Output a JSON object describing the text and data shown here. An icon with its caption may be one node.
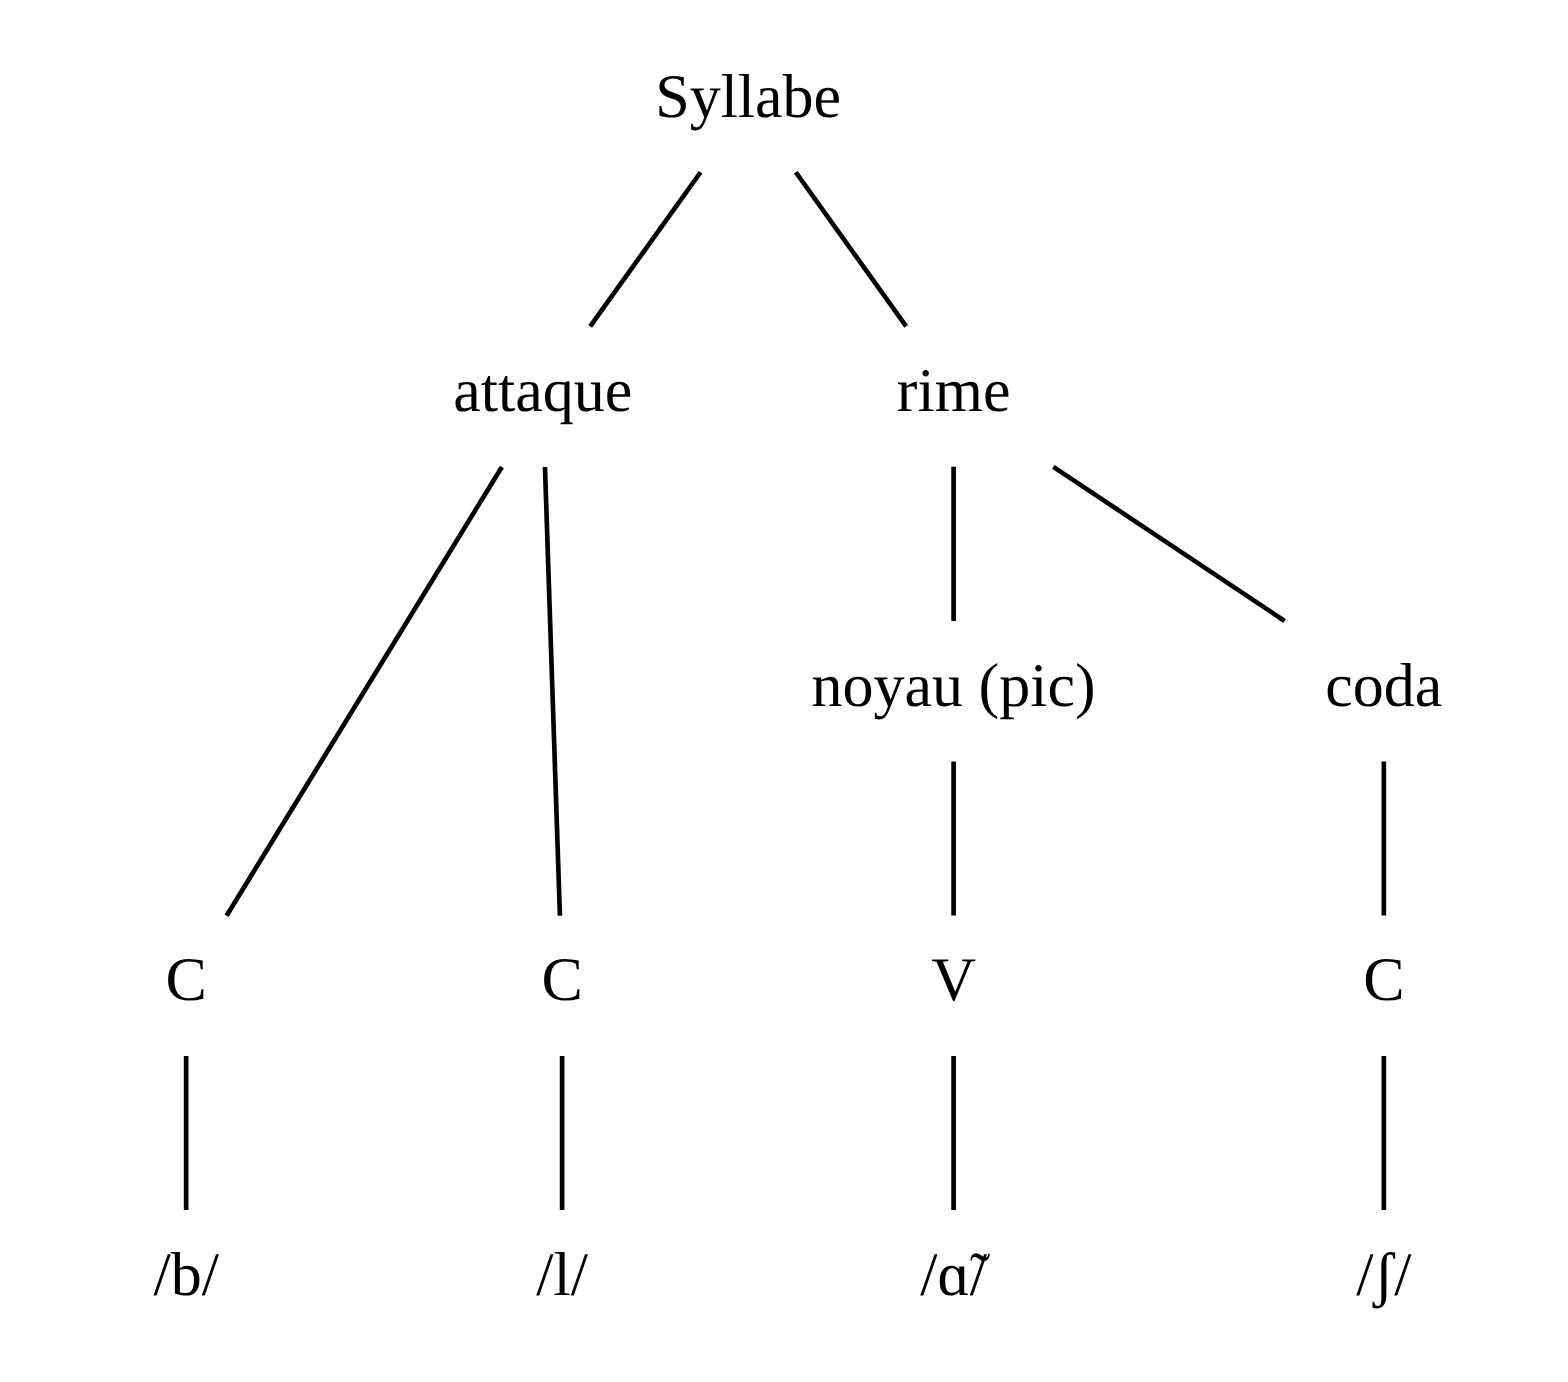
{
  "diagram": {
    "nodes": [
      {
        "text": [
          "Syllabe"
        ]
      },
      {
        "text": [
          "attaque"
        ]
      },
      {
        "text": [
          "rime"
        ]
      },
      {
        "text": [
          "noyau (pic)"
        ]
      },
      {
        "text": [
          "coda"
        ]
      },
      {
        "text": [
          "C"
        ]
      },
      {
        "text": [
          "C"
        ]
      },
      {
        "text": [
          "V"
        ]
      },
      {
        "text": [
          "C"
        ]
      },
      {
        "text": [
          "/b/"
        ]
      },
      {
        "text": [
          "/l/"
        ]
      },
      {
        "text": [
          "/ɑ̃/"
        ]
      },
      {
        "text": [
          "/ʃ/"
        ]
      }
    ],
    "edges": [
      {
        "from": 0,
        "to": 1,
        "arrow": "none"
      },
      {
        "from": 0,
        "to": 2,
        "arrow": "none"
      },
      {
        "from": 1,
        "to": 5,
        "arrow": "none"
      },
      {
        "from": 1,
        "to": 6,
        "arrow": "none"
      },
      {
        "from": 2,
        "to": 3,
        "arrow": "none"
      },
      {
        "from": 2,
        "to": 4,
        "arrow": "none"
      },
      {
        "from": 3,
        "to": 7,
        "arrow": "none"
      },
      {
        "from": 4,
        "to": 8,
        "arrow": "none"
      },
      {
        "from": 5,
        "to": 9,
        "arrow": "none"
      },
      {
        "from": 6,
        "to": 10,
        "arrow": "none"
      },
      {
        "from": 7,
        "to": 11,
        "arrow": "none"
      },
      {
        "from": 8,
        "to": 12,
        "arrow": "none"
      }
    ]
  }
}
